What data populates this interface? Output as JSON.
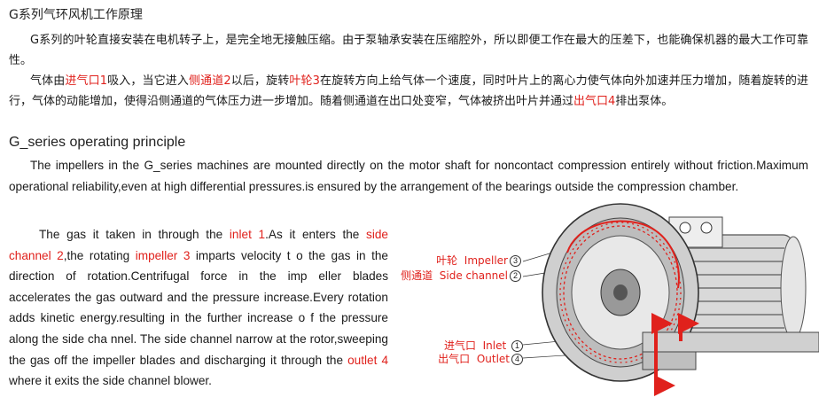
{
  "cn_section": {
    "title": "G系列气环风机工作原理",
    "para1": "G系列的叶轮直接安装在电机转子上，是完全地无接触压缩。由于泵轴承安装在压缩腔外，所以即便工作在最大的压差下，也能确保机器的最大工作可靠性。",
    "para2": {
      "t1": "气体由",
      "inlet": "进气口1",
      "t2": "吸入，当它进入",
      "channel": "侧通道2",
      "t3": "以后，旋转",
      "impeller": "叶轮3",
      "t4": "在旋转方向上给气体一个速度，同时叶片上的离心力使气体向外加速并压力增加，随着旋转的进行，气体的动能增加，使得沿侧通道的气体压力进一步增加。随着侧通道在出口处变窄，气体被挤出叶片并通过",
      "outlet": "出气口4",
      "t5": "排出泵体。"
    }
  },
  "en_section": {
    "title": "G_series operating principle",
    "para1": "The impellers in the G_series machines are mounted directly on the motor shaft for noncontact compression entirely without friction.Maximum operational reliability,even at high differential pressures.is ensured by the arrangement of the bearings outside the compression chamber.",
    "para2": {
      "t1": "The gas it taken in through the ",
      "inlet": "inlet 1",
      "t2": ".As it enters the ",
      "channel": "side channel 2",
      "t3": ",the rotating ",
      "impeller": "impeller 3",
      "t4": " imparts velocity t o the gas in the direction of rotation.Centrifugal force in the imp eller blades accelerates the gas outward and the pressure increase.Every rotation adds kinetic energy.resulting in the further increase o f the pressure along the side cha nnel. The side channel narrow at the rotor,sweeping the gas off the impeller blades and discharging it through the ",
      "outlet": "outlet 4",
      "t5": " where it exits the side channel blower."
    }
  },
  "diagram_labels": [
    {
      "cn": "叶轮",
      "en": "Impeller",
      "num": "3"
    },
    {
      "cn": "侧通道",
      "en": "Side channel",
      "num": "2"
    },
    {
      "cn": "进气口",
      "en": "Inlet",
      "num": "1"
    },
    {
      "cn": "出气口",
      "en": "Outlet",
      "num": "4"
    }
  ],
  "colors": {
    "accent": "#e0211c",
    "text": "#1a1a1a"
  }
}
